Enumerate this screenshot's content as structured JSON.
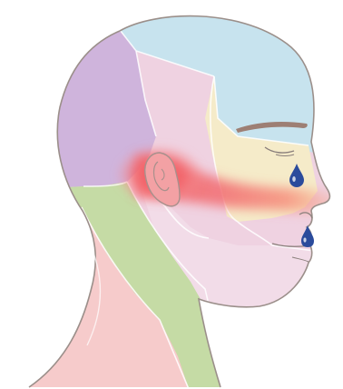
{
  "illustration": {
    "subject": "head-profile",
    "regions": [
      {
        "name": "forehead-scalp-region",
        "color": "#c7e3ee"
      },
      {
        "name": "occipital-region",
        "color": "#cfb4dc"
      },
      {
        "name": "temporal-cheek-region",
        "color": "#efd2e1"
      },
      {
        "name": "periorbital-region",
        "color": "#f5ebc9"
      },
      {
        "name": "neck-side-region",
        "color": "#c5dba5"
      },
      {
        "name": "jaw-region",
        "color": "#f2dce8"
      },
      {
        "name": "neck-front-region",
        "color": "#f6cbcb"
      }
    ],
    "pain_band_color": "#f26f73",
    "tear_color": "#2b4b9c",
    "outline_color": "#9b8f8a",
    "eyebrow_color": "#9d7f74",
    "icons": [
      "tear-drop-icon",
      "tear-drop-icon"
    ]
  }
}
